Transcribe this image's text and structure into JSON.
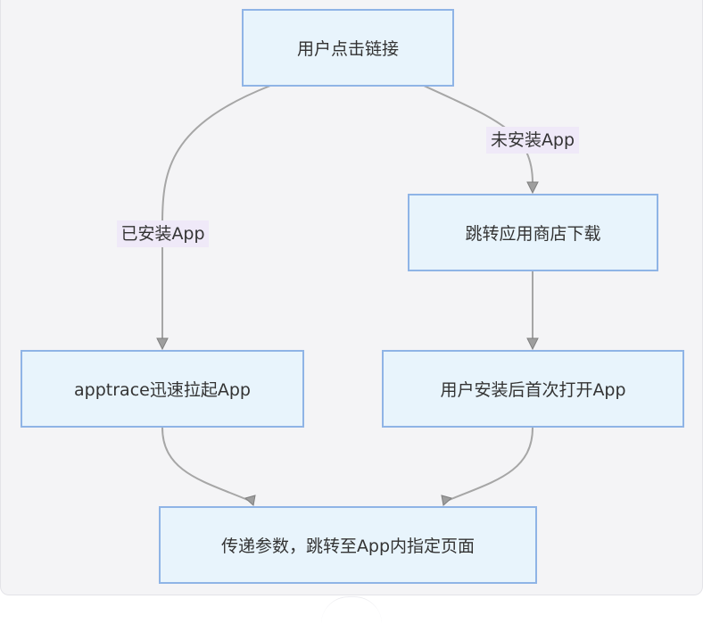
{
  "diagram": {
    "nodes": {
      "click_link": "用户点击链接",
      "app_store_download": "跳转应用商店下载",
      "apptrace_launch": "apptrace迅速拉起App",
      "first_open_after_install": "用户安装后首次打开App",
      "pass_params": "传递参数，跳转至App内指定页面"
    },
    "edge_labels": {
      "installed": "已安装App",
      "not_installed": "未安装App"
    }
  },
  "colors": {
    "node_fill": "#e8f4fc",
    "node_border": "#8fb4e6",
    "edge_label_fill": "#efe9f8",
    "edge_stroke": "#a6a6a6",
    "background": "#f4f4f6"
  }
}
